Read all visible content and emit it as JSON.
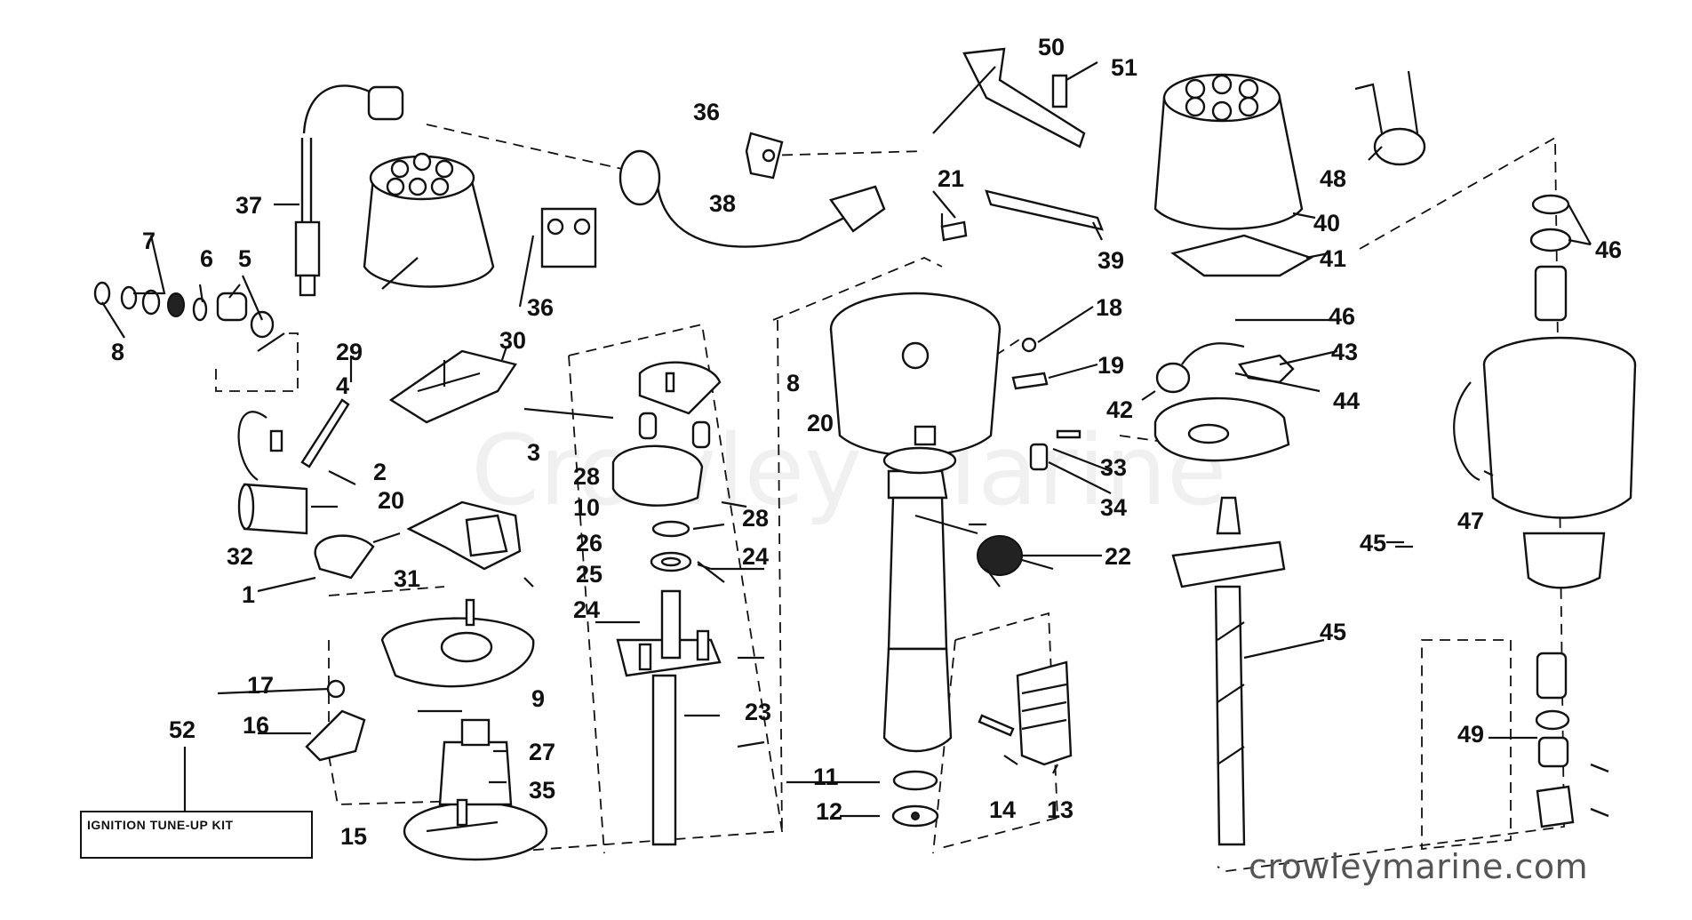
{
  "watermark": "Crowley Marine",
  "site_text": "crowleymarine.com",
  "kit_label": "IGNITION TUNE-UP KIT",
  "callouts": [
    "1",
    "2",
    "3",
    "4",
    "5",
    "6",
    "7",
    "8",
    "8",
    "9",
    "10",
    "11",
    "12",
    "13",
    "14",
    "15",
    "16",
    "17",
    "18",
    "19",
    "20",
    "20",
    "21",
    "22",
    "23",
    "24",
    "24",
    "25",
    "26",
    "27",
    "28",
    "28",
    "29",
    "30",
    "31",
    "32",
    "33",
    "34",
    "35",
    "36",
    "36",
    "37",
    "38",
    "39",
    "40",
    "41",
    "42",
    "43",
    "44",
    "45",
    "45",
    "46",
    "46",
    "47",
    "48",
    "49",
    "50",
    "51",
    "52"
  ]
}
